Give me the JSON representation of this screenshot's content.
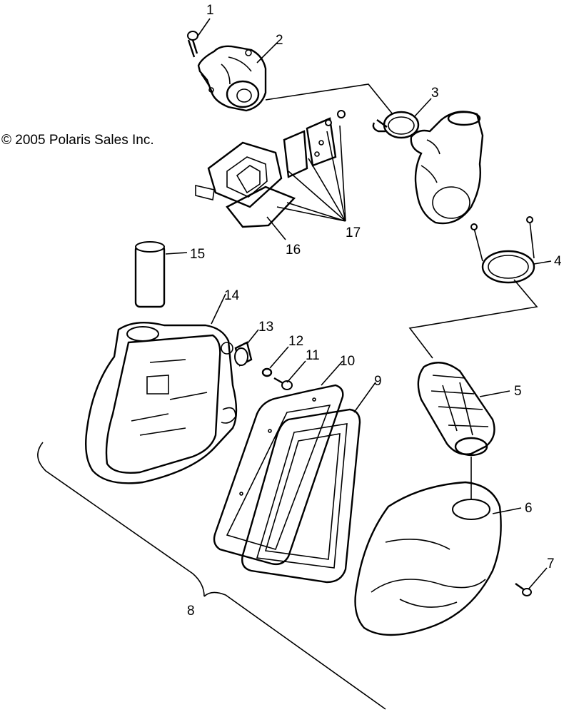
{
  "copyright": "© 2005 Polaris Sales Inc.",
  "callouts": [
    {
      "number": "1"
    },
    {
      "number": "2"
    },
    {
      "number": "3"
    },
    {
      "number": "4"
    },
    {
      "number": "5"
    },
    {
      "number": "6"
    },
    {
      "number": "7"
    },
    {
      "number": "8"
    },
    {
      "number": "9"
    },
    {
      "number": "10"
    },
    {
      "number": "11"
    },
    {
      "number": "12"
    },
    {
      "number": "13"
    },
    {
      "number": "14"
    },
    {
      "number": "15"
    },
    {
      "number": "16"
    },
    {
      "number": "17"
    }
  ]
}
